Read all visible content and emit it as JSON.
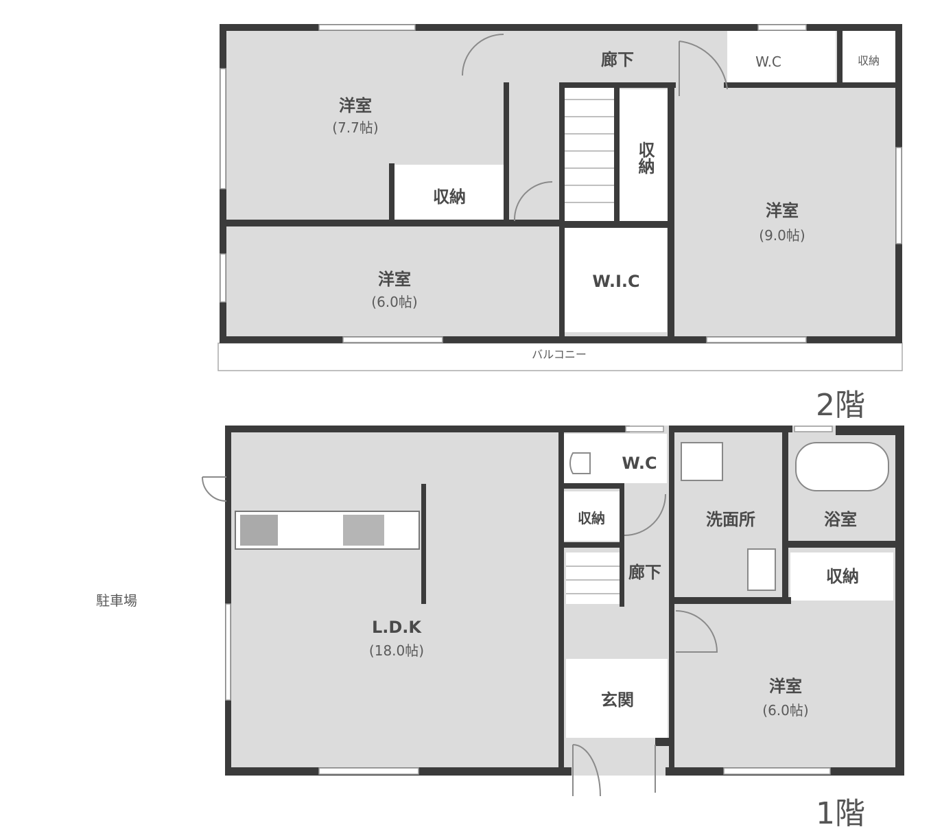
{
  "floor2": {
    "title": "2階",
    "rooms": {
      "western_a": {
        "name": "洋室",
        "size": "(7.7帖)"
      },
      "closet_a": "収納",
      "hallway": "廊下",
      "wc": "W.C",
      "closet_b": "収納",
      "closet_c": "収納",
      "western_b": {
        "name": "洋室",
        "size": "(9.0帖)"
      },
      "western_c": {
        "name": "洋室",
        "size": "(6.0帖)"
      },
      "wic": "W.I.C",
      "balcony": "バルコニー"
    }
  },
  "floor1": {
    "title": "1階",
    "rooms": {
      "ldk": {
        "name": "L.D.K",
        "size": "(18.0帖)"
      },
      "wc": "W.C",
      "closet_a": "収納",
      "hallway": "廊下",
      "entrance": "玄関",
      "washroom": "洗面所",
      "bath": "浴室",
      "closet_b": "収納",
      "western": {
        "name": "洋室",
        "size": "(6.0帖)"
      }
    }
  },
  "parking": "駐車場"
}
